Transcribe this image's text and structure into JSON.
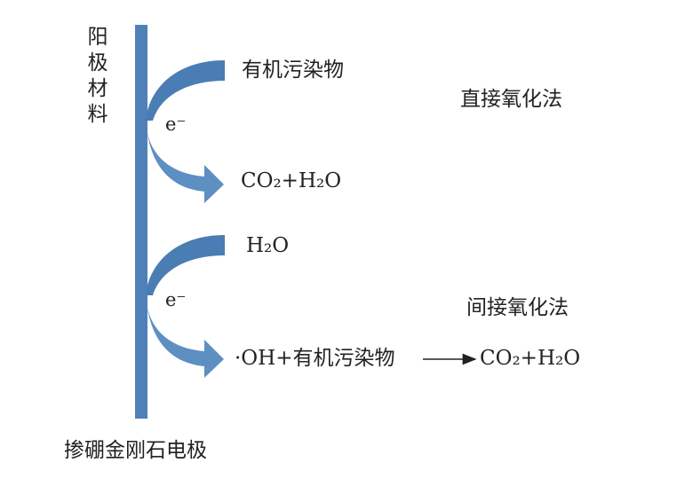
{
  "colors": {
    "electrode": "#4f81b8",
    "arrow": "#4a7db4",
    "text": "#222222"
  },
  "labels": {
    "anode_material": "阳极材料",
    "electrode": "掺硼金刚石电极",
    "direct": {
      "reactant": "有机污染物",
      "electron": "e⁻",
      "product": "CO₂+H₂O",
      "method": "直接氧化法"
    },
    "indirect": {
      "reactant": "H₂O",
      "electron": "e⁻",
      "intermediate": "·OH+有机污染物",
      "product": "CO₂+H₂O",
      "method": "间接氧化法"
    }
  }
}
